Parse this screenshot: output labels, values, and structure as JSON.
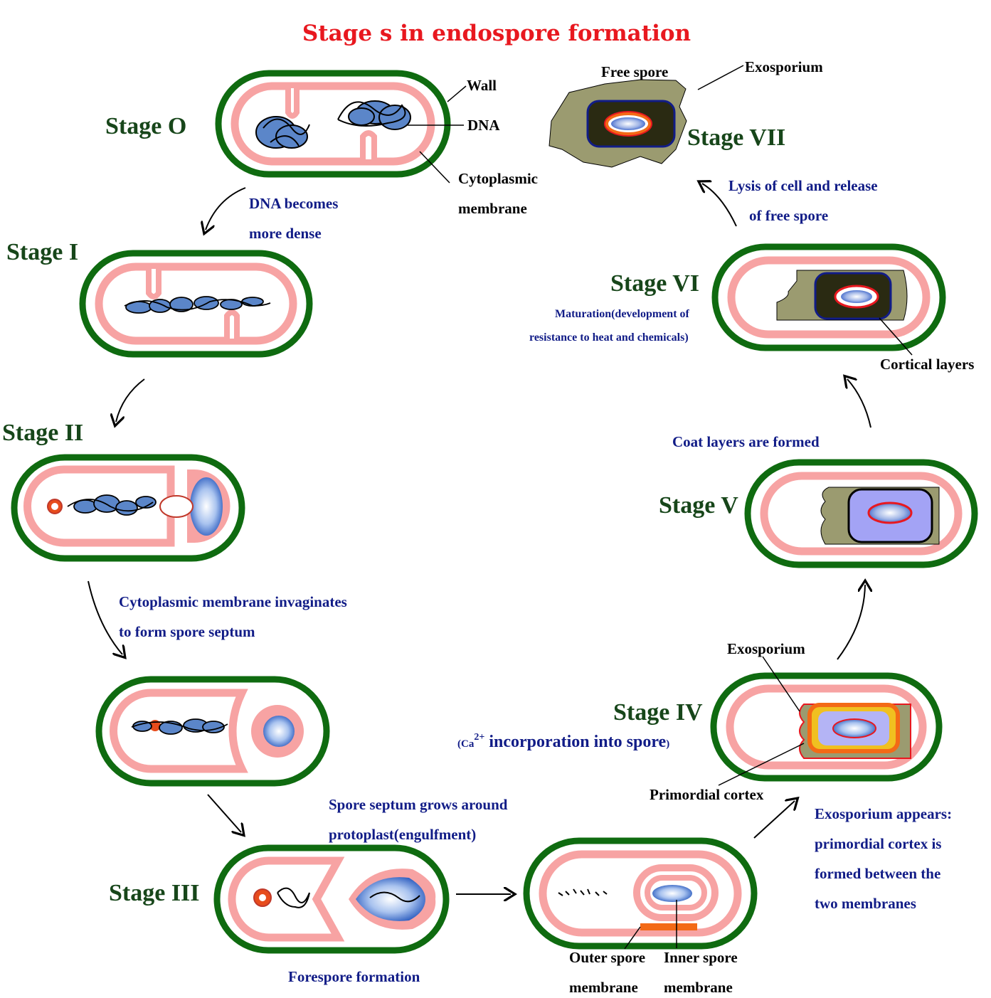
{
  "title": "Stage s in endospore formation",
  "colors": {
    "title": "#e8181f",
    "stage": "#17461a",
    "caption": "#111c87",
    "wall": "#0f6b10",
    "membrane": "#f7a3a3",
    "dna": "#5b86c9",
    "exosporium": "#9b9b70",
    "cortex_dark": "#2a2a12"
  },
  "stages": {
    "s0": "Stage O",
    "s1": "Stage I",
    "s2": "Stage II",
    "s3": "Stage III",
    "s4": "Stage IV",
    "s5": "Stage V",
    "s6": "Stage VI",
    "s7": "Stage VII"
  },
  "labels": {
    "wall": "Wall",
    "dna": "DNA",
    "cyto1": "Cytoplasmic",
    "cyto2": "membrane",
    "free_spore": "Free spore",
    "exosporium_top": "Exosporium",
    "cortical": "Cortical layers",
    "exosporium_mid": "Exosporium",
    "primordial": "Primordial cortex",
    "outer1": "Outer spore",
    "outer2": "membrane",
    "inner1": "Inner spore",
    "inner2": "membrane"
  },
  "captions": {
    "dna_dense_1": "DNA becomes",
    "dna_dense_2": "more dense",
    "invag_1": "Cytoplasmic membrane invaginates",
    "invag_2": "to form spore septum",
    "septum_1": "Spore septum grows around",
    "septum_2": "protoplast(engulfment)",
    "forespore": "Forespore formation",
    "exo_1": "Exosporium appears:",
    "exo_2": "primordial cortex is",
    "exo_3": "formed between the",
    "exo_4": "two membranes",
    "ca_open": "(Ca",
    "ca_sup": "2+",
    "ca_text": " incorporation into spore",
    "ca_close": ")",
    "coat": "Coat layers are formed",
    "maturation_1": "Maturation(development of",
    "maturation_2": "resistance to heat and chemicals)",
    "lysis_1": "Lysis of cell and release",
    "lysis_2": "of free spore"
  }
}
